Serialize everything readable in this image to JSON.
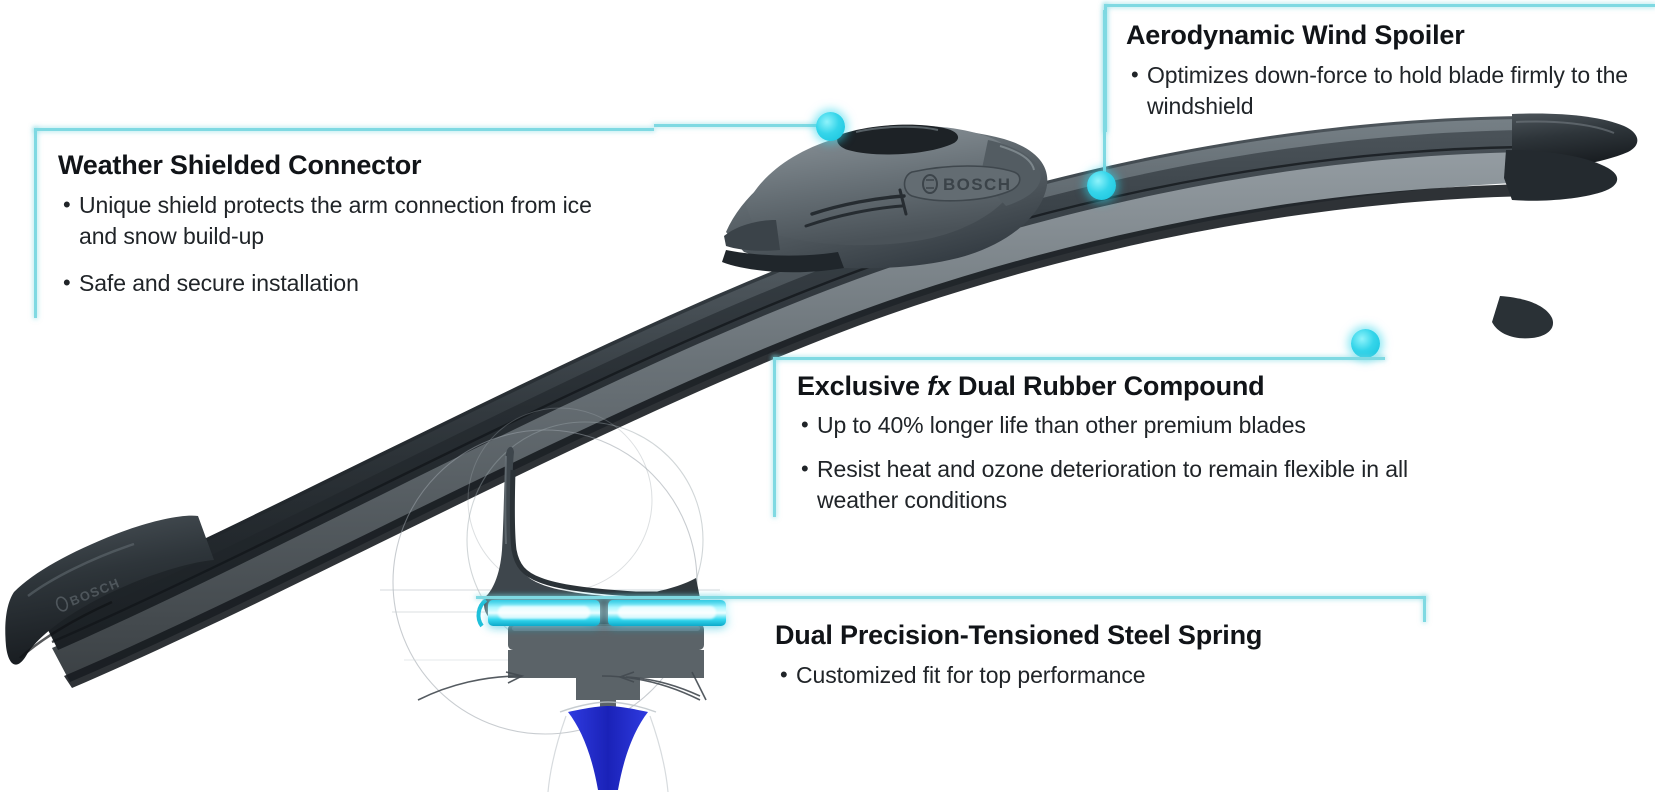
{
  "product": {
    "brand": "BOSCH",
    "brand_mark_connector": "BOSCH",
    "brand_mark_endcap": "BOSCH"
  },
  "colors": {
    "accent_teal": "#7fd9e2",
    "dot_cyan": "#35d5ea",
    "spring_glow": "#2be3f0",
    "blade_dark": "#2d3338",
    "connector_grey": "#5a6268",
    "rubber_grey": "#4a5055",
    "wipe_edge_blue": "#1f2bc8",
    "text_dark": "#111418",
    "background": "#ffffff"
  },
  "callouts": [
    {
      "id": "weather-shielded-connector",
      "title": "Weather Shielded Connector",
      "bullets": [
        "Unique shield protects the arm connection from ice and snow build-up",
        "Safe and secure installation"
      ]
    },
    {
      "id": "aerodynamic-wind-spoiler",
      "title": "Aerodynamic Wind Spoiler",
      "bullets": [
        "Optimizes down-force to hold blade firmly to the windshield"
      ]
    },
    {
      "id": "dual-rubber-compound",
      "title_prefix": "Exclusive ",
      "title_italic": "fx",
      "title_suffix": " Dual Rubber Compound",
      "title": "Exclusive fx Dual Rubber Compound",
      "bullets": [
        "Up to 40% longer life than other premium blades",
        "Resist heat and ozone deterioration to remain flexible in all weather conditions"
      ]
    },
    {
      "id": "dual-precision-tensioned-steel-spring",
      "title": "Dual Precision-Tensioned Steel Spring",
      "bullets": [
        "Customized fit for top performance"
      ]
    }
  ],
  "diagram": {
    "name": "blade-cross-section",
    "parts": [
      "rubber-profile",
      "dual-steel-spring-left",
      "dual-steel-spring-right",
      "spring-carrier",
      "wiping-edge"
    ]
  }
}
